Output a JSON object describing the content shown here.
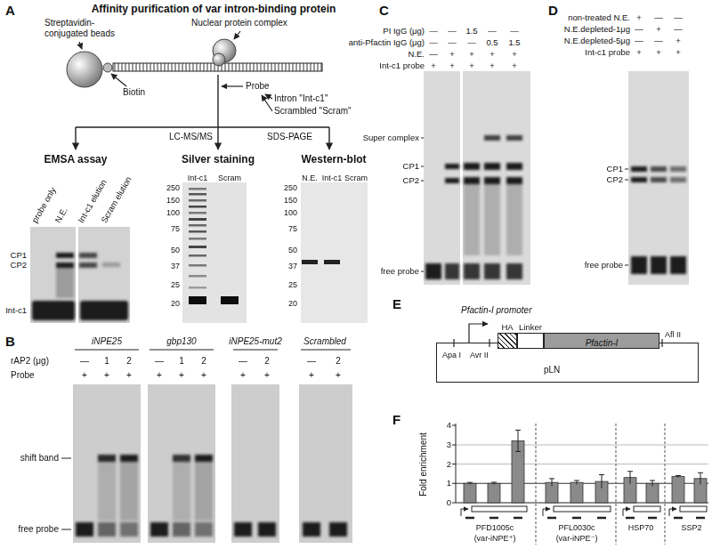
{
  "diagram": {
    "nodes": [
      {
        "text": [
          "pLN"
        ]
      },
      {
        "text": [
          "HA"
        ],
        "in": 0
      },
      {
        "text": [
          "Linker"
        ],
        "in": 0
      },
      {
        "text": [
          "Pfactin-I"
        ],
        "in": 0
      }
    ],
    "labels": [
      "A",
      "Affinity purification of var intron-binding protein",
      "Streptavidin-conjugated beads",
      "Nuclear protein complex",
      "Biotin",
      "Probe",
      "Intron \"Int-c1\"",
      "Scrambled \"Scram\"",
      "LC-MS/MS",
      "SDS-PAGE",
      "EMSA assay",
      "Silver staining",
      "Western-blot",
      "probe only",
      "N.E.",
      "Int-c1 elution",
      "Scram elution",
      "CP1",
      "CP2",
      "Int-c1",
      "Int-c1",
      "Scram",
      "250",
      "150",
      "100",
      "75",
      "50",
      "37",
      "25",
      "20",
      "N.E.",
      "Int-c1",
      "Scram",
      "250",
      "150",
      "100",
      "75",
      "50",
      "37",
      "25",
      "20",
      "B",
      "iNPE25",
      "gbp130",
      "iNPE25-mut2",
      "Scrambled",
      "rAP2 (μg)",
      "—",
      "1",
      "2",
      "—",
      "1",
      "2",
      "—",
      "2",
      "—",
      "2",
      "Probe",
      "+",
      "+",
      "+",
      "+",
      "+",
      "+",
      "+",
      "+",
      "+",
      "+",
      "shift band",
      "free probe",
      "C",
      "PI IgG (μg)",
      "anti-Pfactin IgG (μg)",
      "N.E.",
      "Int-c1 probe",
      "—",
      "—",
      "1.5",
      "—",
      "—",
      "—",
      "—",
      "—",
      "0.5",
      "1.5",
      "—",
      "+",
      "+",
      "+",
      "+",
      "+",
      "+",
      "+",
      "+",
      "+",
      "Super complex",
      "CP1",
      "CP2",
      "free probe",
      "D",
      "non-treated N.E.",
      "N.E.depleted-1μg",
      "N.E.depleted-5μg",
      "Int-c1 probe",
      "+",
      "—",
      "—",
      "—",
      "+",
      "—",
      "—",
      "—",
      "+",
      "+",
      "+",
      "+",
      "CP1",
      "CP2",
      "free probe",
      "E",
      "Pfactin-I promoter",
      "Apa I",
      "Avr II",
      "Afl II",
      "F",
      "Fold enrichment",
      "0",
      "1",
      "2",
      "3",
      "4",
      "PFD1005c",
      "(var-iNPE⁺)",
      "PFL0030c",
      "(var-iNPE⁻)",
      "HSP70",
      "SSP2"
    ]
  }
}
